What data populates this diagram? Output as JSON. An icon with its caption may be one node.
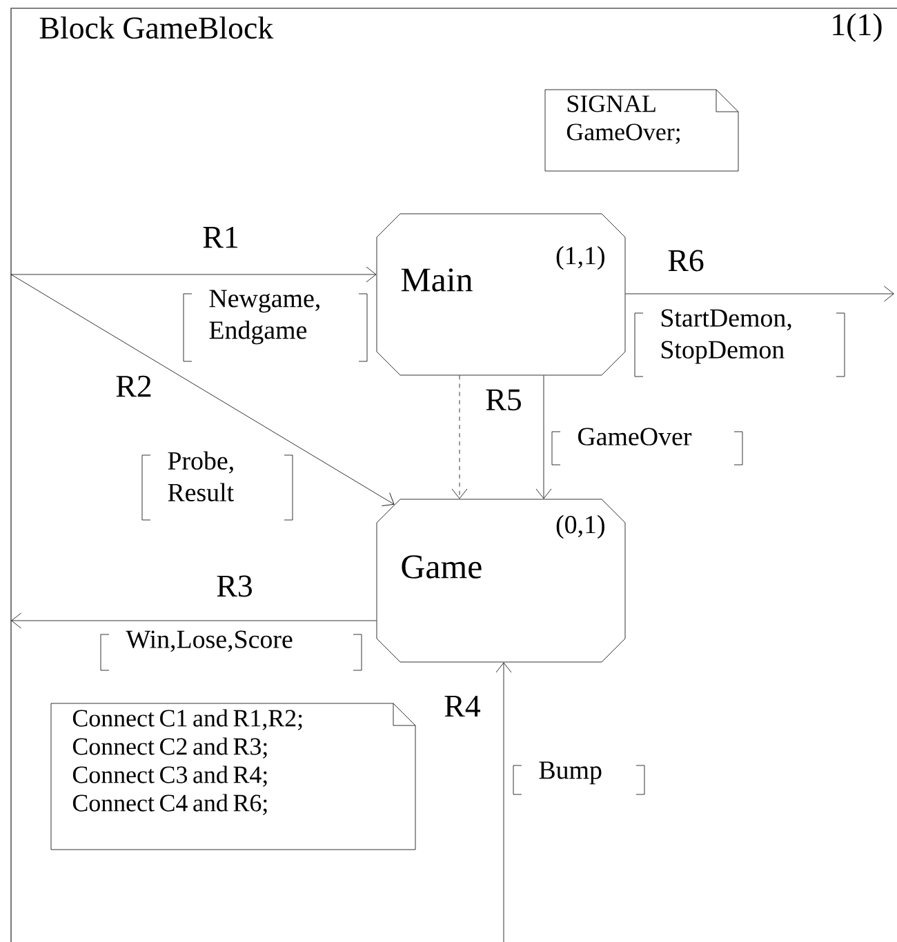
{
  "diagram": {
    "nodes": [
      {
        "text": [
          "Block GameBlock",
          "1(1)"
        ]
      },
      {
        "text": [
          "SIGNAL GameOver;"
        ],
        "in": 0
      },
      {
        "text": [
          "Main",
          "(1,1)"
        ],
        "in": 0
      },
      {
        "text": [
          "Game",
          "(0,1)"
        ],
        "in": 0
      },
      {
        "text": [
          "Connect C1 and R1,R2; Connect C2 and R3; Connect C3 and R4; Connect C4 and R6;"
        ],
        "in": 0
      }
    ],
    "edges": [
      {
        "from": null,
        "to": 2,
        "arrow": "to",
        "label": "R1"
      },
      {
        "from": null,
        "to": 3,
        "arrow": "to",
        "label": "R2"
      },
      {
        "from": 3,
        "to": null,
        "arrow": "to",
        "label": "R3"
      },
      {
        "from": null,
        "to": 3,
        "arrow": "to",
        "label": "R4"
      },
      {
        "from": 2,
        "to": 3,
        "arrow": "to",
        "style": "dashed"
      },
      {
        "from": 2,
        "to": 3,
        "arrow": "to",
        "label": "R5"
      },
      {
        "from": 2,
        "to": null,
        "arrow": "to",
        "label": "R6"
      }
    ],
    "labels": [
      "Newgame, Endgame",
      "StartDemon, StopDemon",
      "GameOver",
      "Probe, Result",
      "Win,Lose,Score",
      "Bump"
    ]
  }
}
